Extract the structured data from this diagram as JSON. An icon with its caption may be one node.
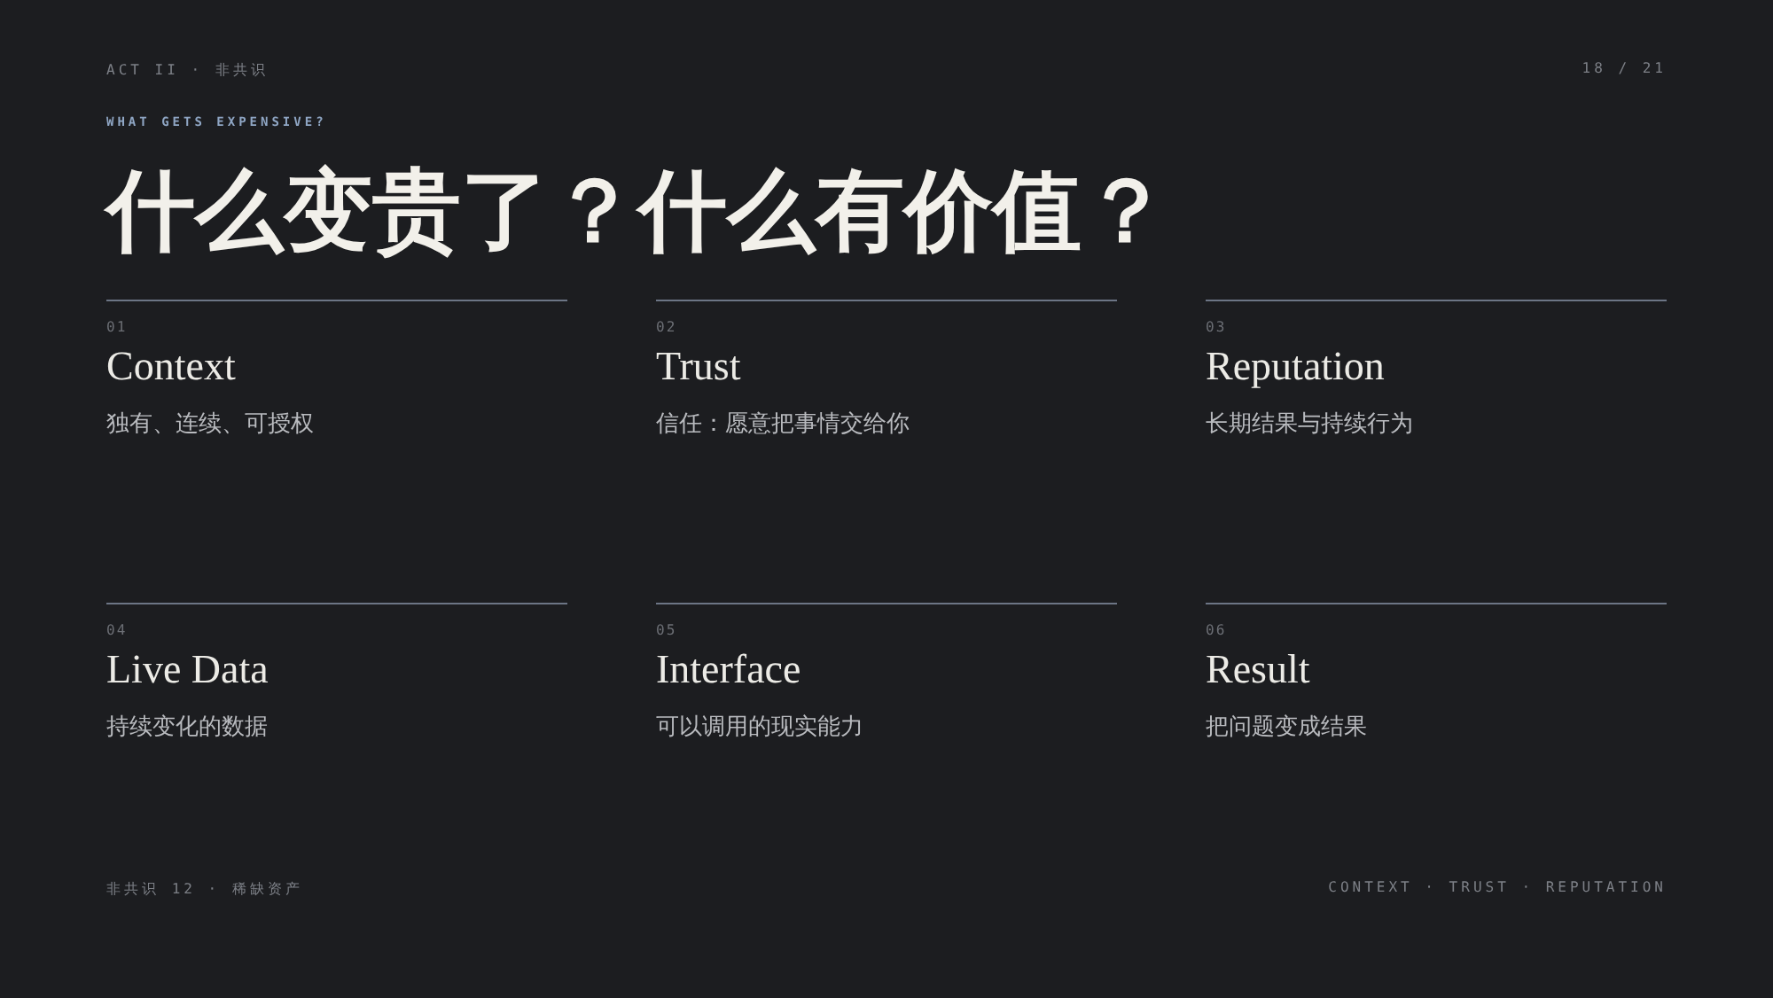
{
  "diagram": {
    "title": "什么变贵了？什么有价值？",
    "labels": [
      "ACT II · 非共识",
      "WHAT GETS EXPENSIVE?",
      "18 / 21",
      "01",
      "Context",
      "独有、连续、可授权",
      "02",
      "Trust",
      "信任：愿意把事情交给你",
      "03",
      "Reputation",
      "长期结果与持续行为",
      "04",
      "Live Data",
      "持续变化的数据",
      "05",
      "Interface",
      "可以调用的现实能力",
      "06",
      "Result",
      "把问题变成结果",
      "非共识 12 · 稀缺资产",
      "CONTEXT · TRUST · REPUTATION"
    ]
  }
}
